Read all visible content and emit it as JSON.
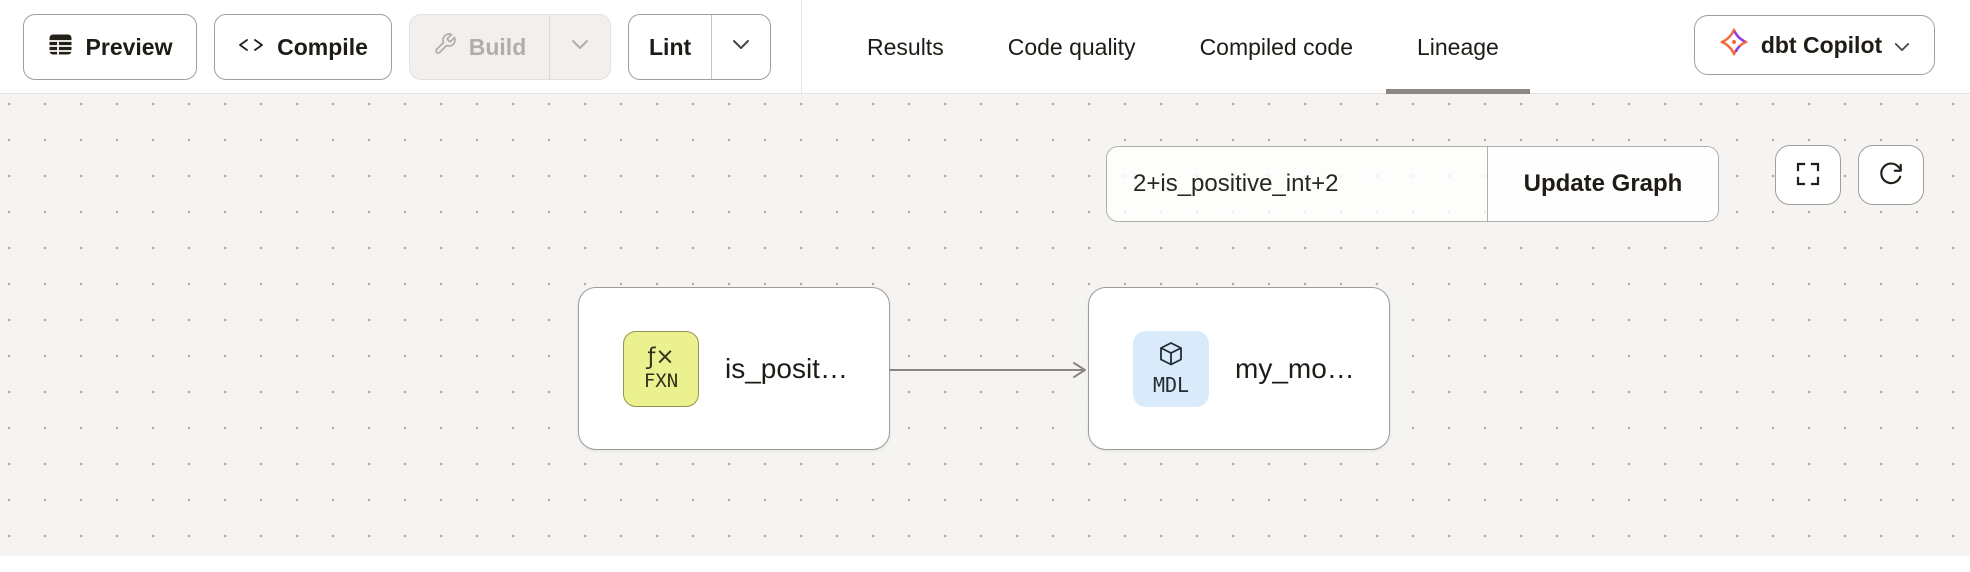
{
  "header": {
    "toolbar": {
      "preview": {
        "label": "Preview",
        "icon": "table-icon"
      },
      "compile": {
        "label": "Compile",
        "icon": "code-icon"
      },
      "build": {
        "label": "Build",
        "icon": "wrench-icon",
        "disabled": true
      },
      "lint": {
        "label": "Lint"
      }
    },
    "tabs": [
      {
        "label": "Results",
        "active": false
      },
      {
        "label": "Code quality",
        "active": false
      },
      {
        "label": "Compiled code",
        "active": false
      },
      {
        "label": "Lineage",
        "active": true
      }
    ],
    "copilot": {
      "label": "dbt Copilot",
      "icon": "dbt-copilot-icon"
    }
  },
  "canvas": {
    "selector": {
      "value": "2+is_positive_int+2",
      "button_label": "Update Graph"
    },
    "controls": [
      {
        "name": "fullscreen",
        "icon": "fullscreen-icon"
      },
      {
        "name": "refresh",
        "icon": "refresh-icon"
      }
    ],
    "nodes": [
      {
        "id": "fxn",
        "badge_glyph": "ƒ×",
        "badge_code": "FXN",
        "label": "is_posit…",
        "badge_color": "#ebf18e"
      },
      {
        "id": "mdl",
        "badge_icon": "cube-icon",
        "badge_code": "MDL",
        "label": "my_mo…",
        "badge_color": "#d9eafb"
      }
    ],
    "edges": [
      {
        "from": "fxn",
        "to": "mdl"
      }
    ]
  },
  "colors": {
    "canvas_bg": "#f5f4f2",
    "grid_dot": "#b1aca8",
    "active_tab_underline": "#8d8781",
    "fxn_badge": "#ebf18e",
    "mdl_badge": "#d9eafb",
    "dbt_orange": "#ff694a",
    "dbt_purple": "#7b3fe4",
    "edge_stroke": "#8b8680"
  }
}
